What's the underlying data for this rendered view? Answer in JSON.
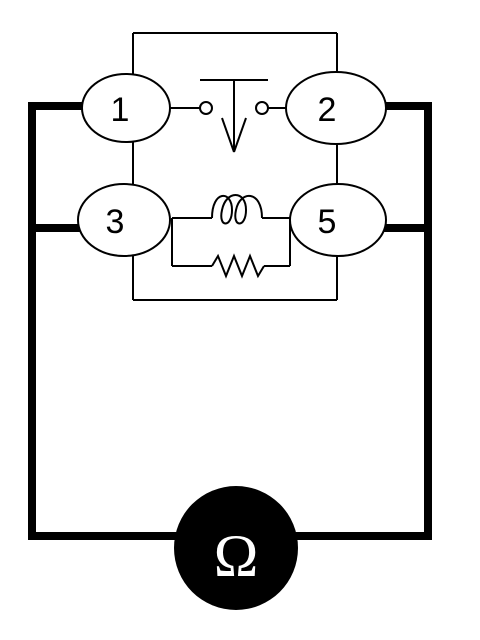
{
  "terminals": [
    {
      "id": "t1",
      "label": "1"
    },
    {
      "id": "t2",
      "label": "2"
    },
    {
      "id": "t3",
      "label": "3"
    },
    {
      "id": "t5",
      "label": "5"
    }
  ],
  "meter": {
    "symbol": "Ω"
  },
  "colors": {
    "ink": "#000000",
    "paper": "#ffffff"
  },
  "components": [
    "push-button-switch",
    "coil",
    "resistor"
  ]
}
